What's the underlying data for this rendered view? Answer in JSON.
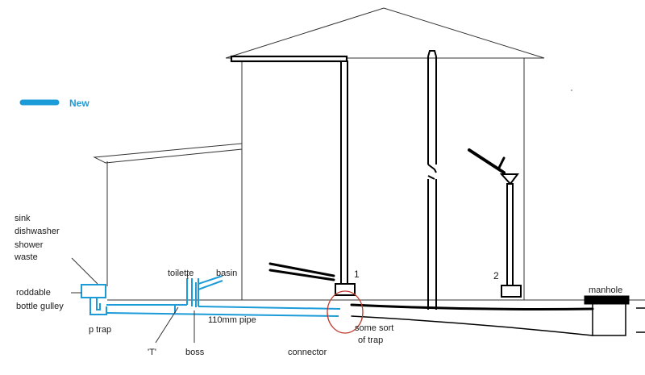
{
  "legend": {
    "label": "New",
    "color": "#1b9bd8"
  },
  "labels": {
    "sink": "sink",
    "dishwasher": "dishwasher",
    "shower": "shower",
    "waste": "waste",
    "roddable": "roddable",
    "bottle_gulley": "bottle gulley",
    "p_trap": "p trap",
    "tee": "'T'",
    "toilette": "toilette",
    "basin": "basin",
    "boss": "boss",
    "pipe_110": "110mm pipe",
    "connector": "connector",
    "some_sort": "some sort",
    "of_trap": "of trap",
    "downpipe_1": "1",
    "downpipe_2": "2",
    "manhole": "manhole"
  },
  "colors": {
    "new_pipe": "#1b9bd8",
    "existing": "#000000",
    "connector_circle": "#c0392b"
  }
}
